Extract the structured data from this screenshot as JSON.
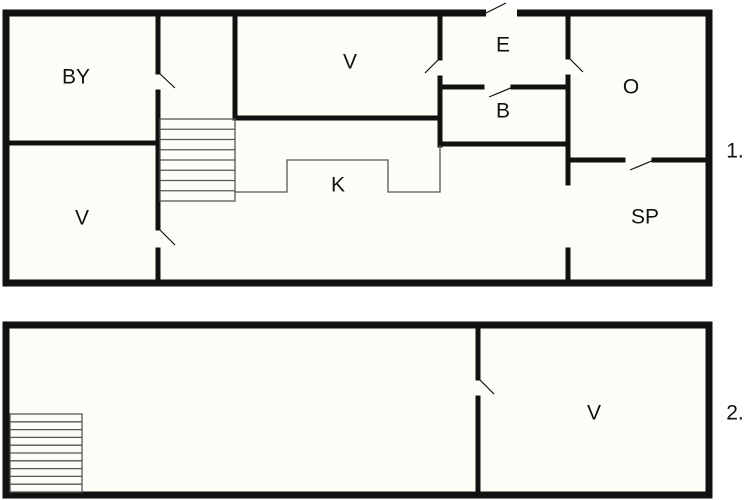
{
  "floors": [
    {
      "label": "1.",
      "rooms": [
        "BY",
        "V",
        "E",
        "B",
        "O",
        "K",
        "V",
        "SP"
      ]
    },
    {
      "label": "2.",
      "rooms": [
        "V"
      ]
    }
  ]
}
